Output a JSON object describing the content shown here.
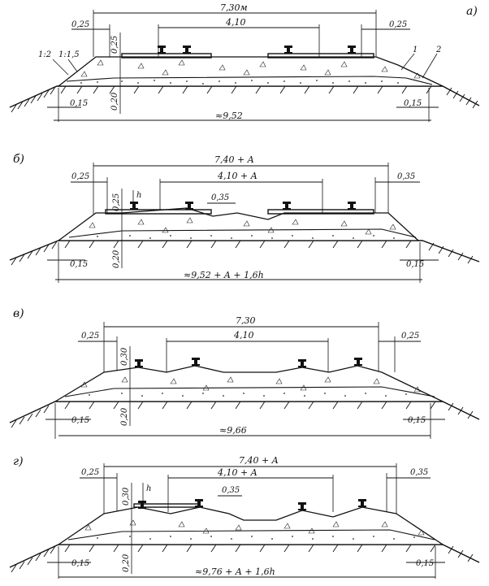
{
  "panels": [
    {
      "letter": "a)",
      "top_width": "7,30м",
      "track_spacing": "4,10",
      "left_shoulder": "0,25",
      "right_shoulder": "0,25",
      "ballast_depth": "0,25",
      "sand_depth": "0,20",
      "left_slope": "1:2",
      "left_slope2": "1:1,5",
      "callout1": "1",
      "callout2": "2",
      "left_berm": "0,15",
      "right_berm": "0,15",
      "base_width": "≈9,52"
    },
    {
      "letter": "б)",
      "top_width": "7,40 + A",
      "track_spacing": "4,10 + A",
      "left_shoulder": "0,25",
      "right_shoulder": "0,35",
      "ballast_depth": "0,25",
      "sand_depth": "0,20",
      "h": "h",
      "mid_dim": "0,35",
      "left_berm": "0,15",
      "right_berm": "0,15",
      "base_width": "≈9,52 + A + 1,6h"
    },
    {
      "letter": "в)",
      "top_width": "7,30",
      "track_spacing": "4,10",
      "left_shoulder": "0,25",
      "right_shoulder": "0,25",
      "ballast_depth": "0,30",
      "sand_depth": "0,20",
      "left_berm": "0,15",
      "right_berm": "0,15",
      "base_width": "≈9,66"
    },
    {
      "letter": "г)",
      "top_width": "7,40 + A",
      "track_spacing": "4,10 + A",
      "left_shoulder": "0,25",
      "right_shoulder": "0,35",
      "ballast_depth": "0,30",
      "sand_depth": "0,20",
      "h": "h",
      "mid_dim": "0,35",
      "left_berm": "0,15",
      "right_berm": "0,15",
      "base_width": "≈9,76 + A + 1,6h"
    }
  ]
}
